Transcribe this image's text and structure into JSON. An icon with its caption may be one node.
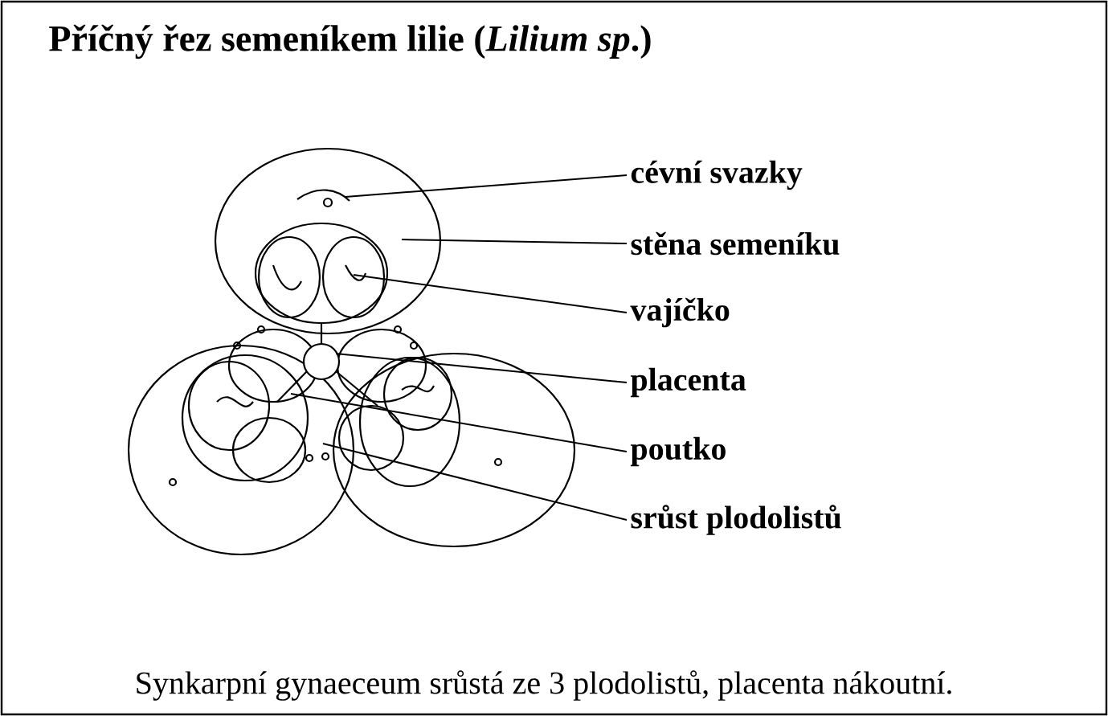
{
  "diagram": {
    "title": "Příčný řez semeníkem lilie (*Lilium sp*.)",
    "caption": "Synkarpní gynaeceum srůstá ze 3 plodolistů, placenta nákoutní.",
    "nodes": [
      {
        "text": [
          "cévní svazky"
        ]
      },
      {
        "text": [
          "stěna semeníku"
        ]
      },
      {
        "text": [
          "vajíčko"
        ]
      },
      {
        "text": [
          "placenta"
        ]
      },
      {
        "text": [
          "poutko"
        ]
      },
      {
        "text": [
          "srůst plodolistů"
        ]
      }
    ],
    "edges": [
      {
        "from": 0,
        "to": null,
        "arrow": "none"
      },
      {
        "from": 1,
        "to": null,
        "arrow": "none"
      },
      {
        "from": 2,
        "to": null,
        "arrow": "none"
      },
      {
        "from": 3,
        "to": null,
        "arrow": "none"
      },
      {
        "from": 4,
        "to": null,
        "arrow": "none"
      },
      {
        "from": 5,
        "to": null,
        "arrow": "none"
      }
    ]
  }
}
